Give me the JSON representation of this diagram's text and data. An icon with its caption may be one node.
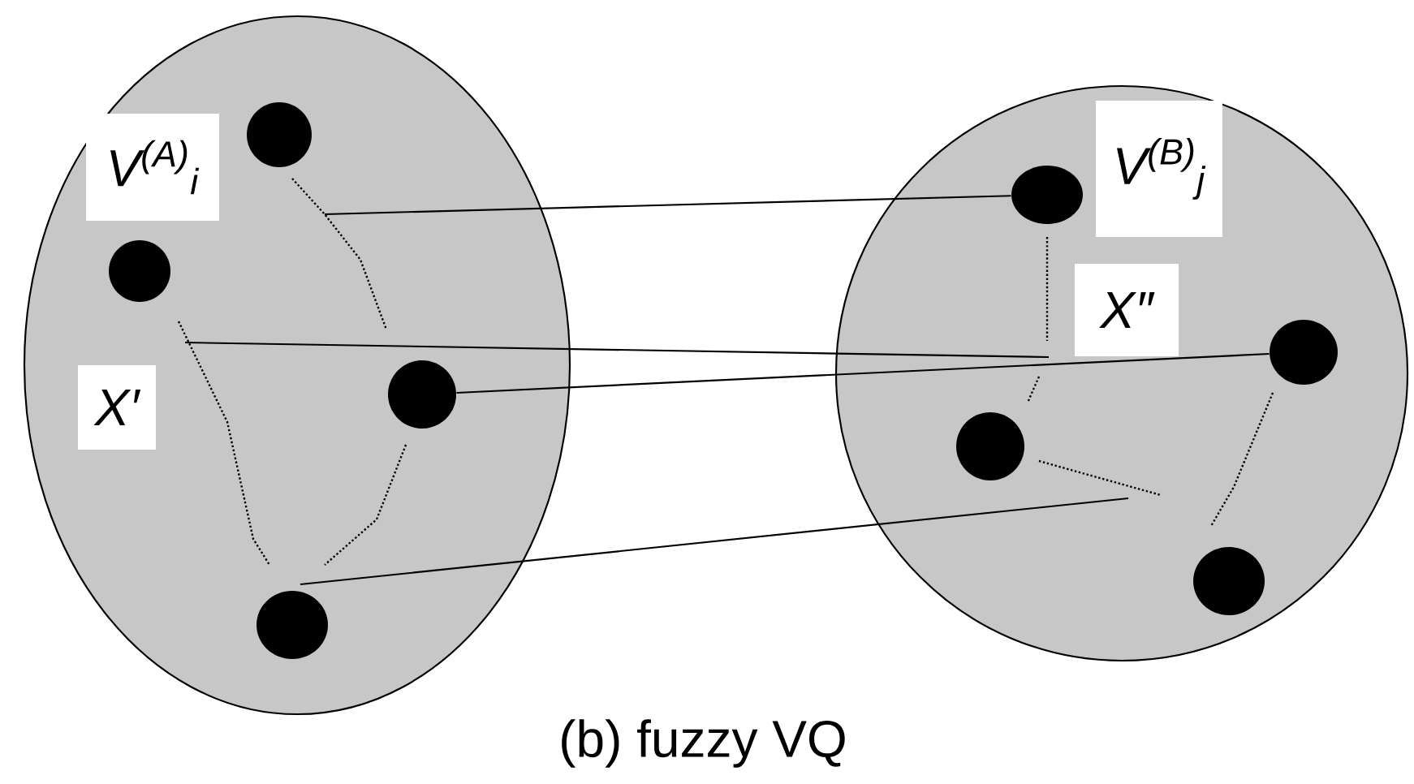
{
  "diagram": {
    "caption": "(b) fuzzy VQ",
    "nodes": [
      {
        "text": [],
        "shape": "ellipse"
      },
      {
        "text": [],
        "shape": "circle",
        "in": 0
      },
      {
        "text": [],
        "shape": "circle",
        "in": 0
      },
      {
        "text": [],
        "shape": "circle",
        "in": 0
      },
      {
        "text": [],
        "shape": "circle",
        "in": 0
      },
      {
        "text": [],
        "shape": "circle"
      },
      {
        "text": [],
        "shape": "circle",
        "in": 5
      },
      {
        "text": [],
        "shape": "circle",
        "in": 5
      },
      {
        "text": [],
        "shape": "circle",
        "in": 5
      },
      {
        "text": [],
        "shape": "circle",
        "in": 5
      }
    ],
    "edges": [
      {
        "from": null,
        "to": 6,
        "arrow": "none"
      },
      {
        "from": 3,
        "to": 7,
        "arrow": "none"
      }
    ],
    "labels": [
      "V$^{(A)}$$_{i}$",
      "X′",
      "V$^{(B)}$$_{j}$",
      "X″"
    ]
  }
}
